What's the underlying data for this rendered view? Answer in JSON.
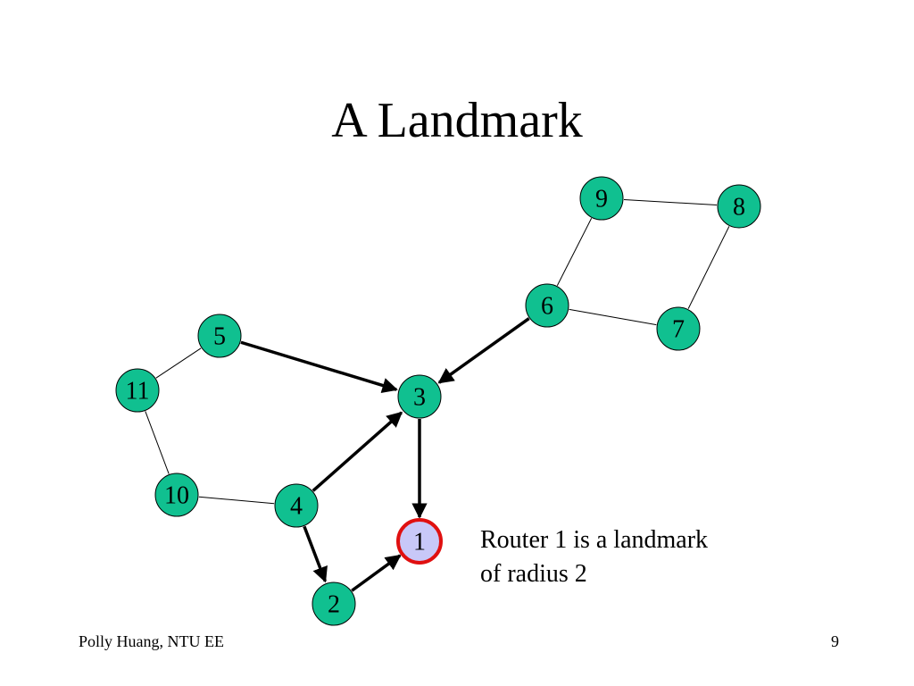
{
  "slide": {
    "title": "A Landmark",
    "caption_lines": [
      "Router 1 is a landmark",
      "of radius 2"
    ],
    "footer_left": "Polly Huang, NTU EE",
    "page_number": "9"
  },
  "colors": {
    "node_fill": "#10c090",
    "landmark_fill": "#c8c8f8",
    "landmark_stroke": "#e01010",
    "node_stroke": "#000000",
    "edge": "#000000"
  },
  "diagram": {
    "nodes": [
      {
        "id": "1",
        "label": "1",
        "landmark": true
      },
      {
        "id": "2",
        "label": "2"
      },
      {
        "id": "3",
        "label": "3"
      },
      {
        "id": "4",
        "label": "4"
      },
      {
        "id": "5",
        "label": "5"
      },
      {
        "id": "6",
        "label": "6"
      },
      {
        "id": "7",
        "label": "7"
      },
      {
        "id": "8",
        "label": "8"
      },
      {
        "id": "9",
        "label": "9"
      },
      {
        "id": "10",
        "label": "10"
      },
      {
        "id": "11",
        "label": "11"
      }
    ],
    "edges": [
      {
        "from": "9",
        "to": "8",
        "directed": false
      },
      {
        "from": "9",
        "to": "6",
        "directed": false
      },
      {
        "from": "8",
        "to": "7",
        "directed": false
      },
      {
        "from": "6",
        "to": "7",
        "directed": false
      },
      {
        "from": "11",
        "to": "5",
        "directed": false
      },
      {
        "from": "11",
        "to": "10",
        "directed": false
      },
      {
        "from": "10",
        "to": "4",
        "directed": false
      },
      {
        "from": "5",
        "to": "3",
        "directed": true
      },
      {
        "from": "6",
        "to": "3",
        "directed": true
      },
      {
        "from": "4",
        "to": "3",
        "directed": true
      },
      {
        "from": "3",
        "to": "1",
        "directed": true
      },
      {
        "from": "4",
        "to": "2",
        "directed": true
      },
      {
        "from": "2",
        "to": "1",
        "directed": true
      }
    ]
  }
}
